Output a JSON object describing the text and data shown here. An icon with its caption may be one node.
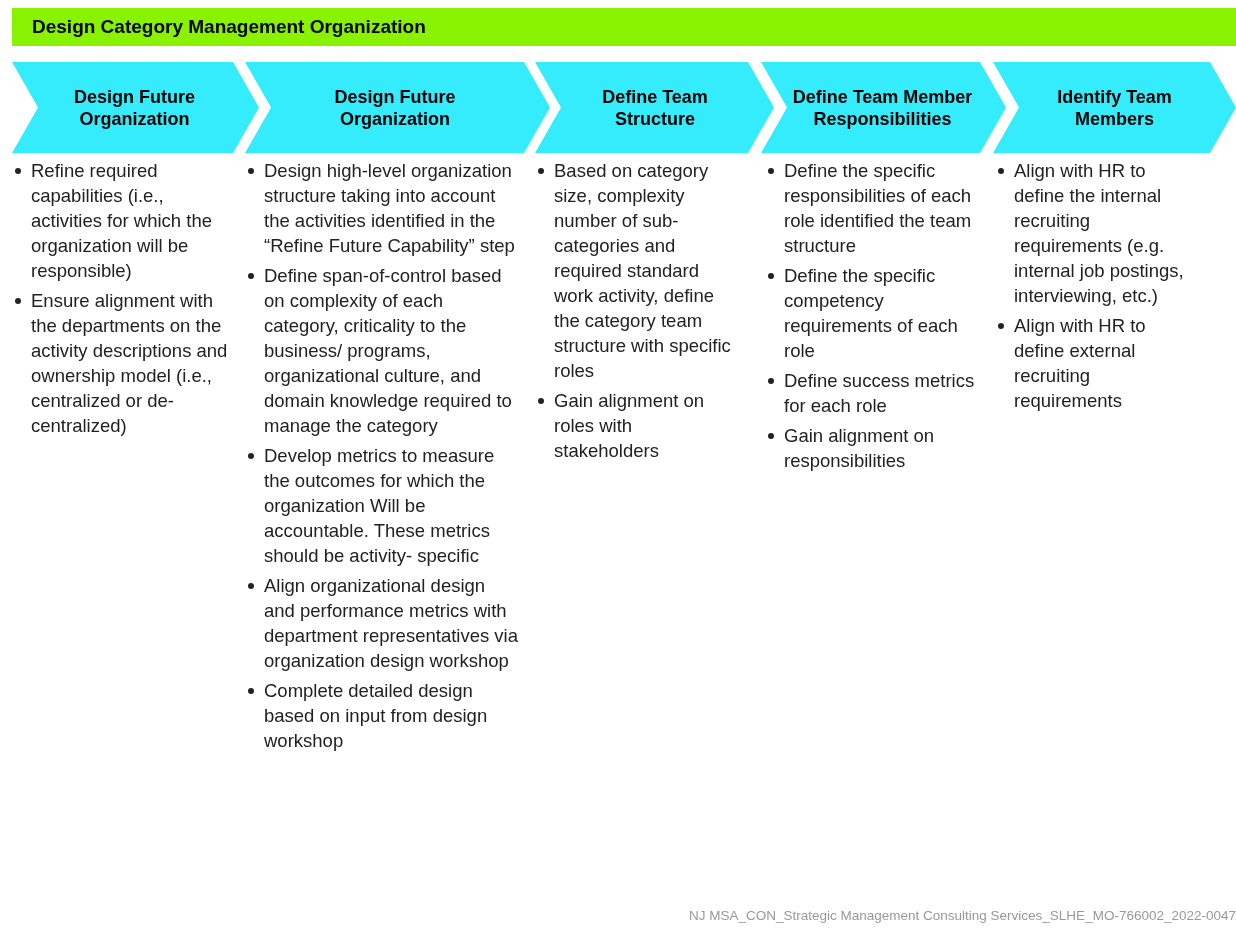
{
  "diagram": {
    "title": "Design Category Management Organization",
    "nodes": [
      {
        "text": [
          "Design Future Organization"
        ],
        "beside": [
          "Refine required capabilities (i.e., activities for which the organization will be responsible)",
          "Ensure alignment with the departments on the activity descriptions and ownership model (i.e., centralized or de-centralized)"
        ]
      },
      {
        "text": [
          "Design Future Organization"
        ],
        "beside": [
          "Design high-level organization structure taking into account the activities identified in the “Refine Future Capability” step",
          "Define span-of-control based on complexity of each category, criticality to the business/ programs, organizational culture, and domain knowledge required to manage the category",
          "Develop metrics to measure the outcomes for which the organization Will be accountable. These metrics should be activity- specific",
          "Align organizational design and performance metrics with department representatives via organization design workshop",
          "Complete detailed design based on input from design workshop"
        ]
      },
      {
        "text": [
          "Define Team Structure"
        ],
        "beside": [
          "Based on category size, complexity number of sub-categories and required standard work activity, define the category team structure with specific roles",
          "Gain alignment on roles with stakeholders"
        ]
      },
      {
        "text": [
          "Define Team Member Responsibilities"
        ],
        "beside": [
          "Define the specific responsibilities of each role identified the team structure",
          "Define the specific competency requirements of each role",
          "Define success metrics for each role",
          "Gain alignment on responsibilities"
        ]
      },
      {
        "text": [
          "Identify Team Members"
        ],
        "beside": [
          "Align with HR to define the internal recruiting requirements (e.g. internal job postings, interviewing, etc.)",
          "Align with HR to define external recruiting requirements"
        ]
      }
    ],
    "labels": [
      "NJ MSA_CON_Strategic Management Consulting Services_SLHE_MO-766002_2022-0047"
    ]
  }
}
